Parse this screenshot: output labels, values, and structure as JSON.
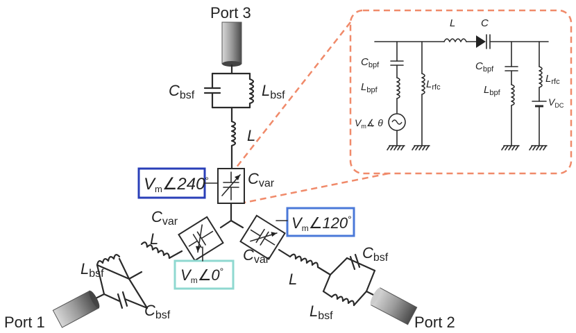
{
  "ports": {
    "port3": "Port 3",
    "port1": "Port 1",
    "port2": "Port 2"
  },
  "components": {
    "C": "C",
    "bsf": "bsf",
    "L": "L",
    "var": "var",
    "V": "V",
    "m": "m"
  },
  "phases": {
    "blue": {
      "angle": "∠240",
      "deg": "°",
      "color": "#2a3fb8"
    },
    "lightblue": {
      "angle": "∠120",
      "deg": "°",
      "color": "#4a78d8"
    },
    "teal": {
      "angle": "∠0",
      "deg": "°",
      "color": "#8fd8d0"
    }
  },
  "inset": {
    "C": "C",
    "L": "L",
    "bpf": "bpf",
    "rfc": "rfc",
    "V": "V",
    "m": "m",
    "theta": "∡ θ",
    "vdc_sub": "DC",
    "border_color": "#f08a6a"
  }
}
